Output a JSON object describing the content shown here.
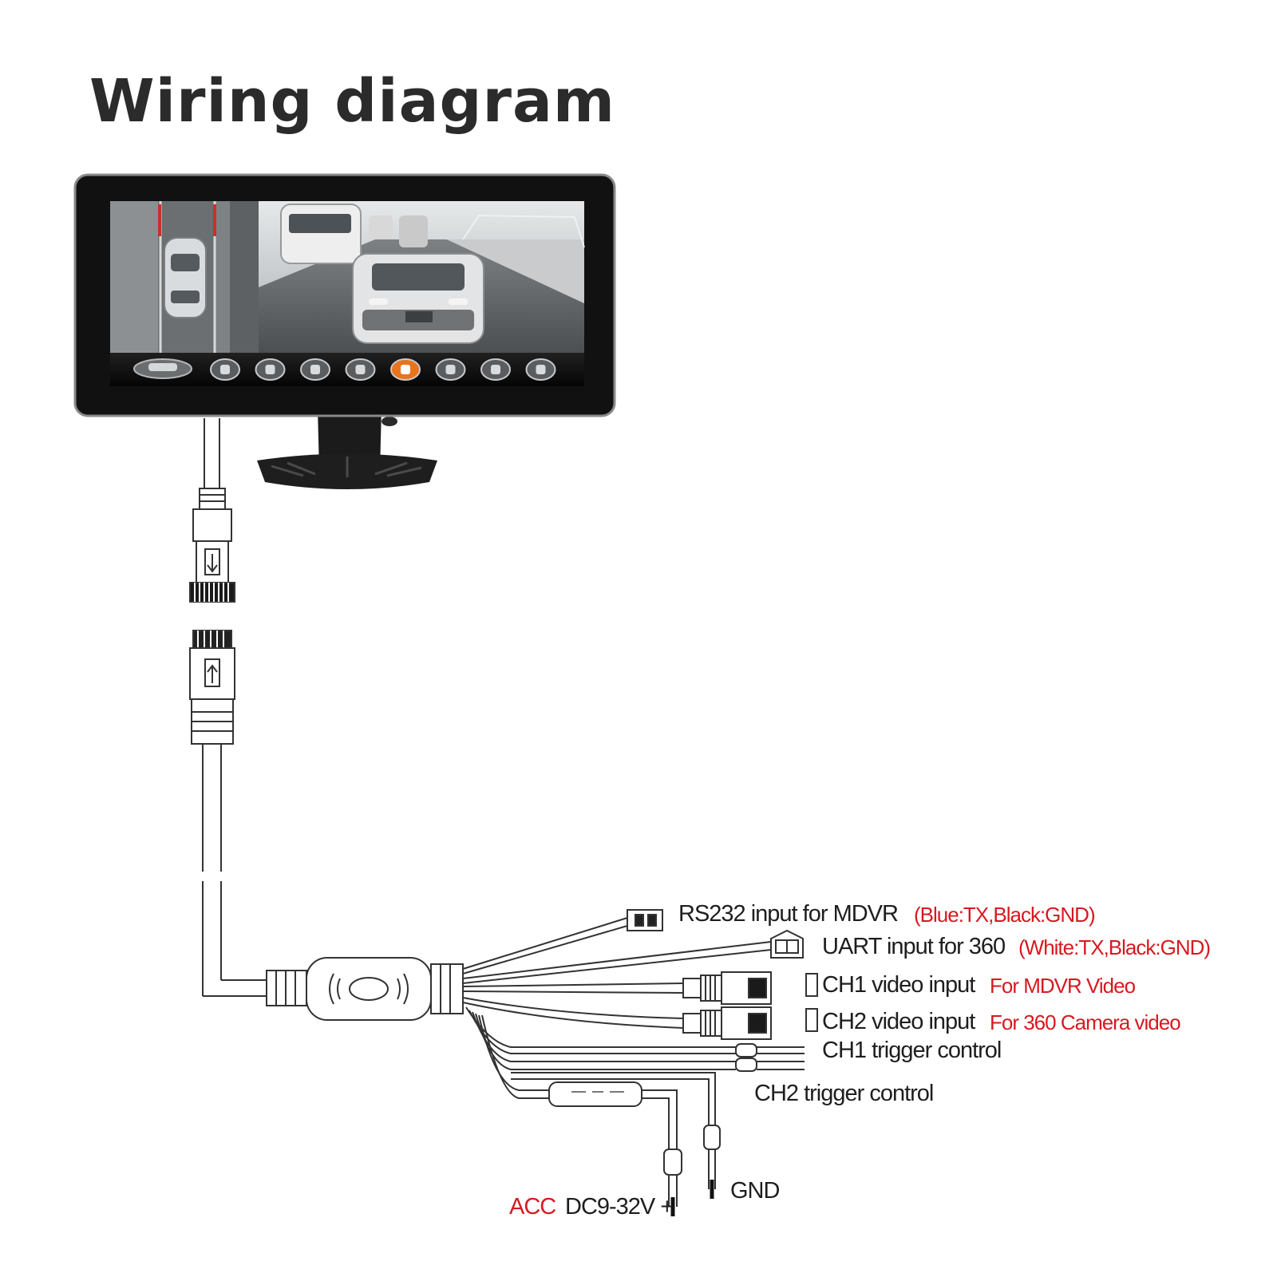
{
  "title": "Wiring diagram",
  "colors": {
    "label": "#1e1e1e",
    "note": "#d71920",
    "line": "#333333",
    "accent": "#e8741c"
  },
  "outputs": {
    "rs232": {
      "label": "RS232 input for MDVR",
      "note": "(Blue:TX,Black:GND)"
    },
    "uart": {
      "label": "UART input for 360",
      "note": "(White:TX,Black:GND)"
    },
    "ch1_video": {
      "label": "CH1 video input",
      "note": "For MDVR Video"
    },
    "ch2_video": {
      "label": "CH2 video input",
      "note": "For 360 Camera video"
    },
    "ch1_trigger": {
      "label": "CH1 trigger control"
    },
    "ch2_trigger": {
      "label": "CH2 trigger control"
    },
    "power": {
      "acc": "ACC",
      "label": "DC9-32V +"
    },
    "ground": {
      "label": "GND"
    }
  },
  "monitor": {
    "view_buttons": [
      "car-view-icon",
      "mode-button",
      "camera-front",
      "camera-1",
      "camera-2",
      "camera-3",
      "camera-4",
      "camera-5",
      "camera-6"
    ],
    "active_button": 5
  }
}
